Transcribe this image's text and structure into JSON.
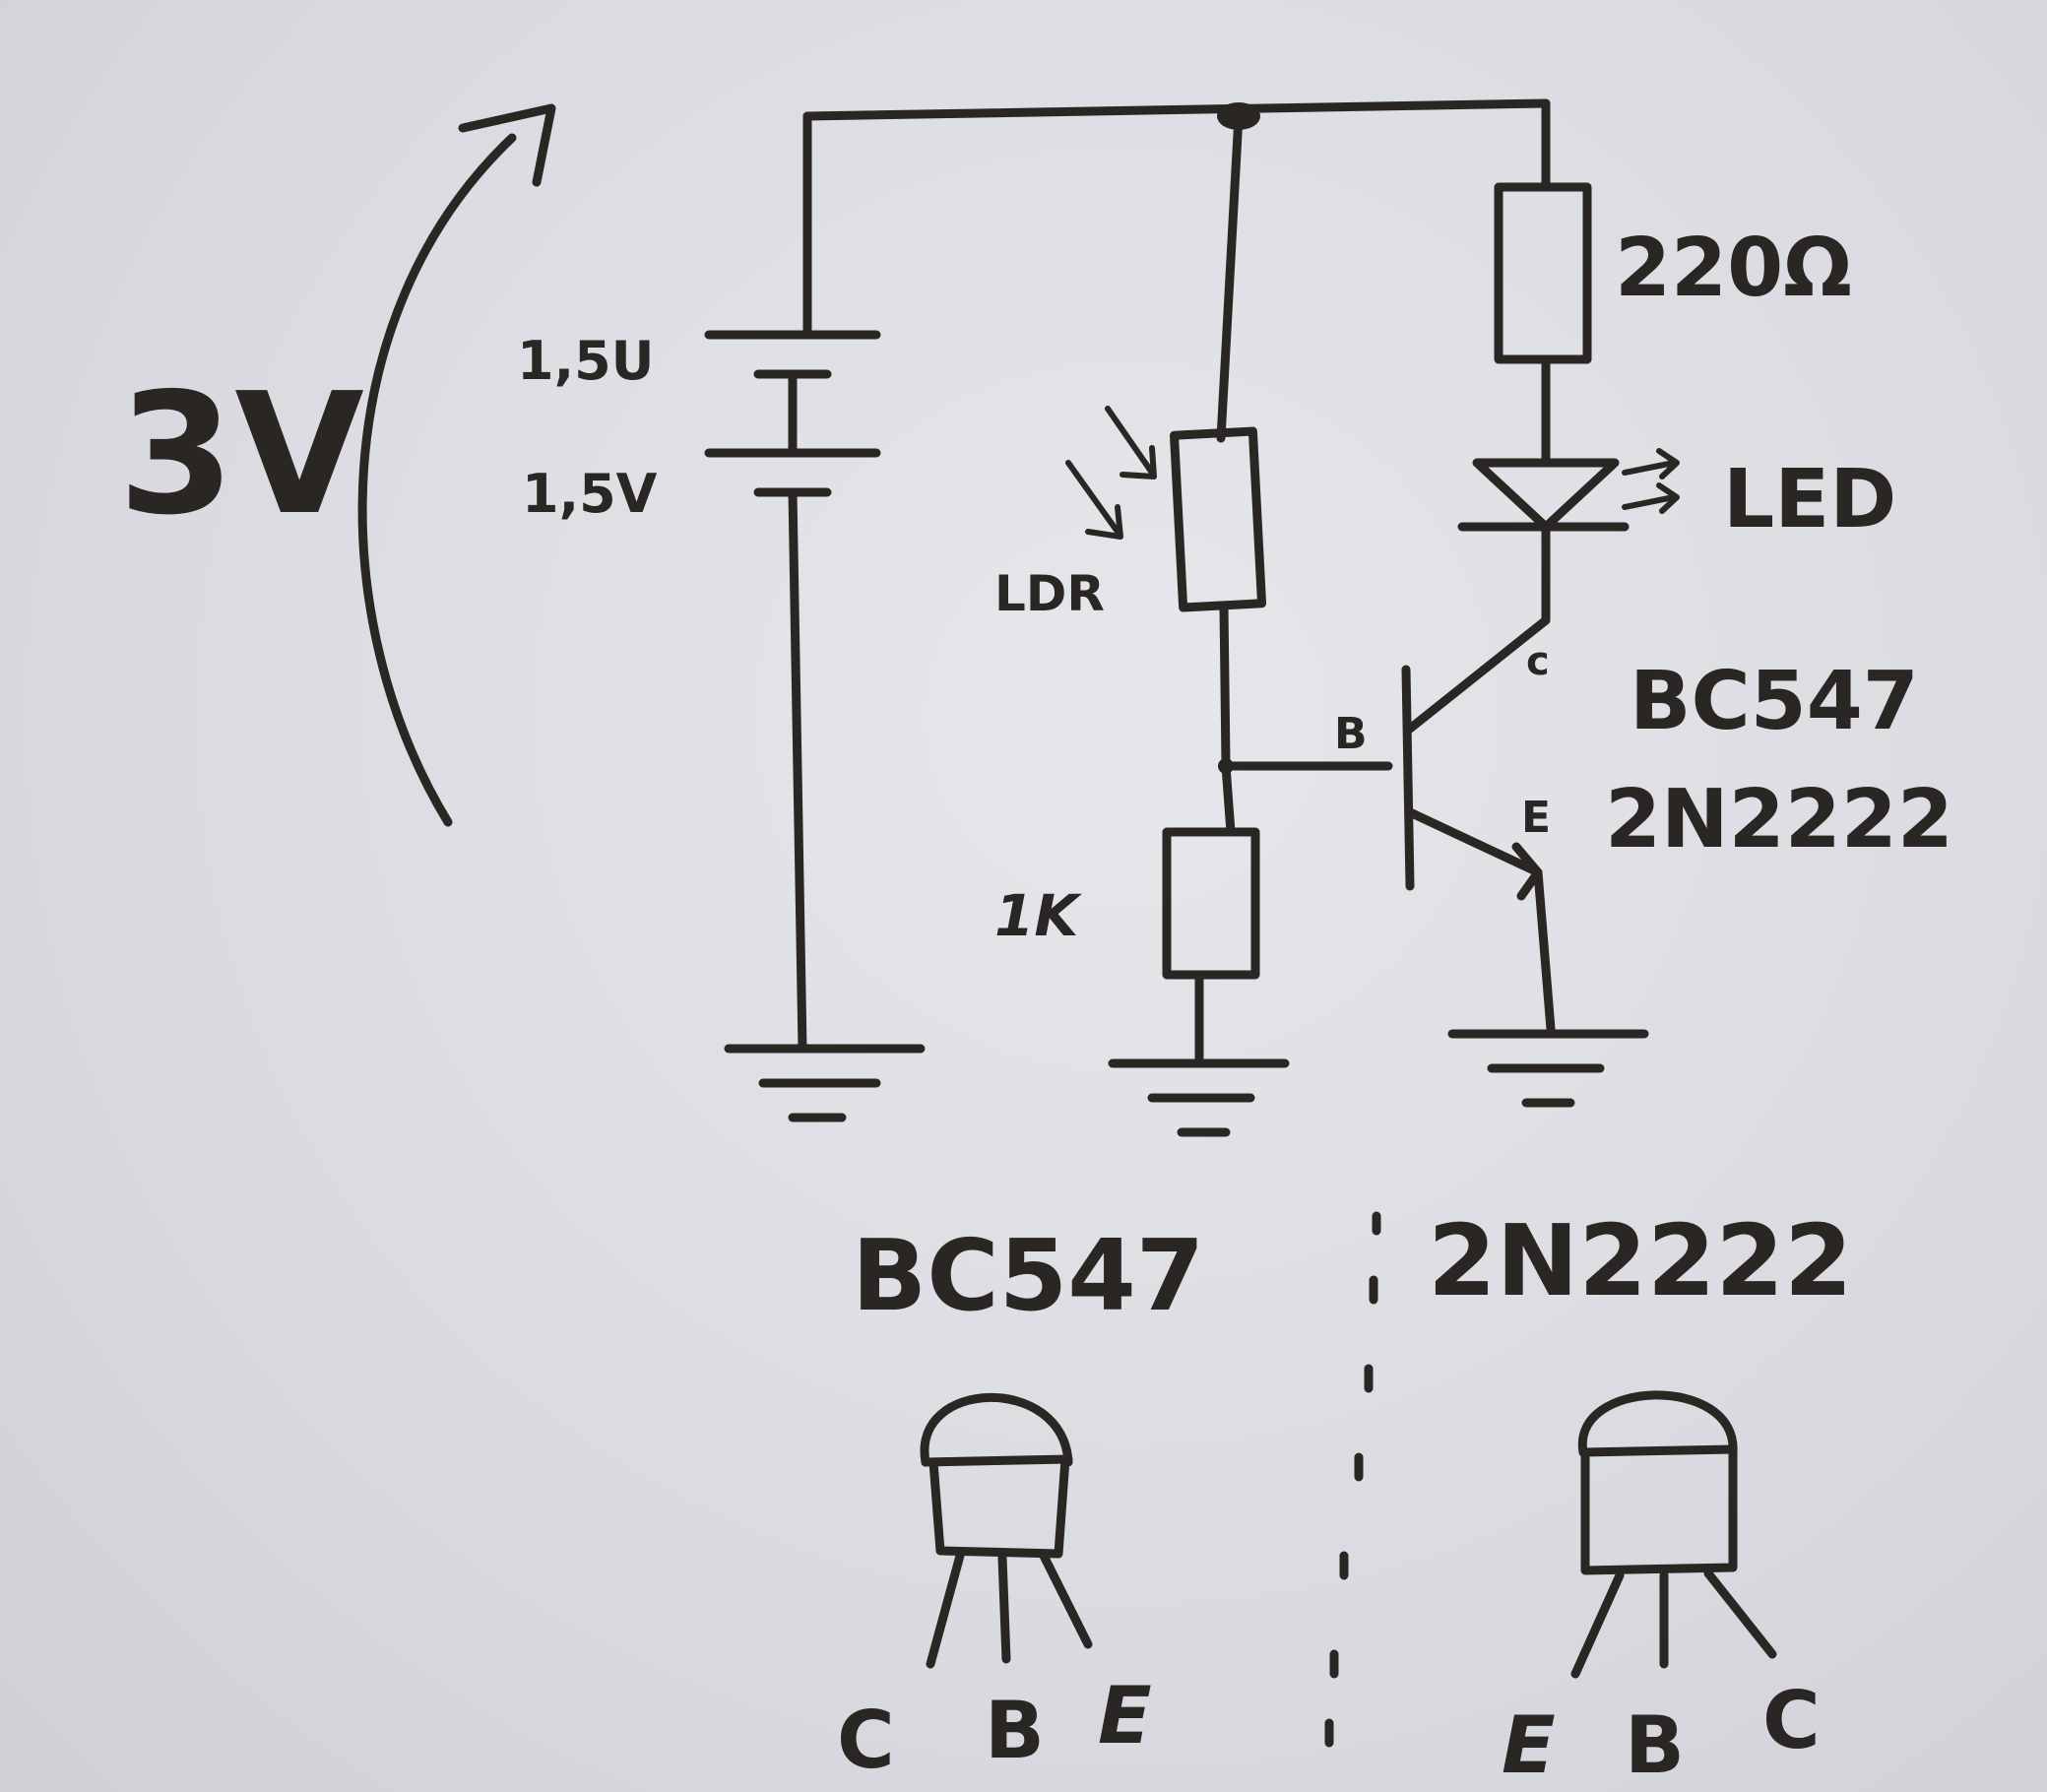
{
  "labels": {
    "supply_voltage": "3V",
    "cell_top": "1,5U",
    "cell_bottom": "1,5V",
    "ldr": "LDR",
    "resistor_base": "1K",
    "resistor_led": "220Ω",
    "led": "LED",
    "pin_b": "B",
    "pin_c": "c",
    "pin_e": "E",
    "transistor_1": "BC547",
    "transistor_2": "2N2222"
  },
  "pinouts": [
    {
      "name": "BC547",
      "pins": [
        "C",
        "B",
        "E"
      ]
    },
    {
      "name": "2N2222",
      "pins": [
        "E",
        "B",
        "C"
      ]
    }
  ],
  "colors": {
    "ink": "#2a2623",
    "board": "#dcdde2"
  }
}
